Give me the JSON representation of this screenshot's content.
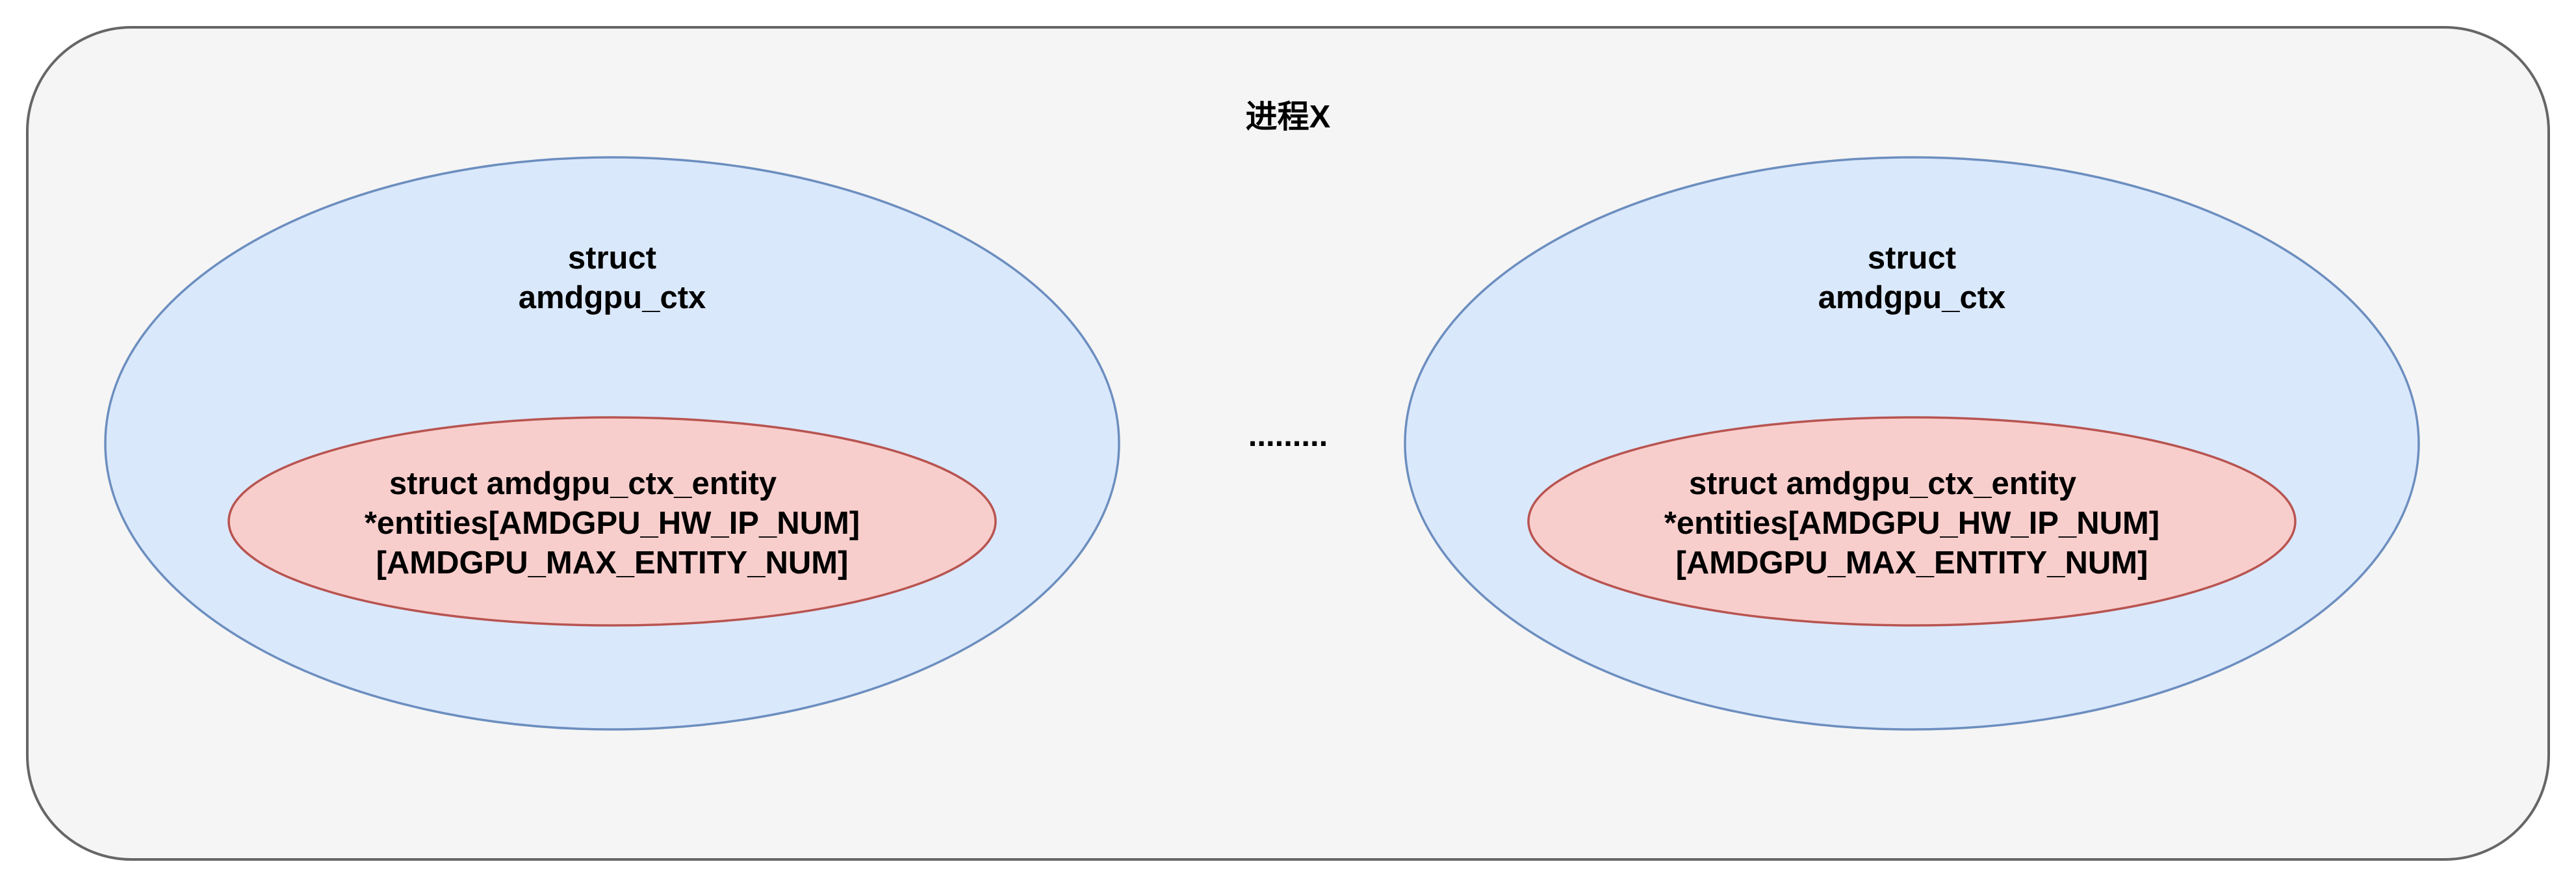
{
  "process": {
    "title": "进程X",
    "fill": "#f5f5f5",
    "stroke": "#666666"
  },
  "separator": {
    "text": "........."
  },
  "contexts": [
    {
      "label_lines": [
        "struct",
        "amdgpu_ctx"
      ],
      "fill": "#dae8fc",
      "stroke": "#6c8ebf",
      "entity": {
        "label_lines": [
          "struct amdgpu_ctx_entity",
          "*entities[AMDGPU_HW_IP_NUM]",
          "[AMDGPU_MAX_ENTITY_NUM]"
        ],
        "fill": "#f8cecc",
        "stroke": "#b85450"
      }
    },
    {
      "label_lines": [
        "struct",
        "amdgpu_ctx"
      ],
      "fill": "#dae8fc",
      "stroke": "#6c8ebf",
      "entity": {
        "label_lines": [
          "struct amdgpu_ctx_entity",
          "*entities[AMDGPU_HW_IP_NUM]",
          "[AMDGPU_MAX_ENTITY_NUM]"
        ],
        "fill": "#f8cecc",
        "stroke": "#b85450"
      }
    }
  ]
}
